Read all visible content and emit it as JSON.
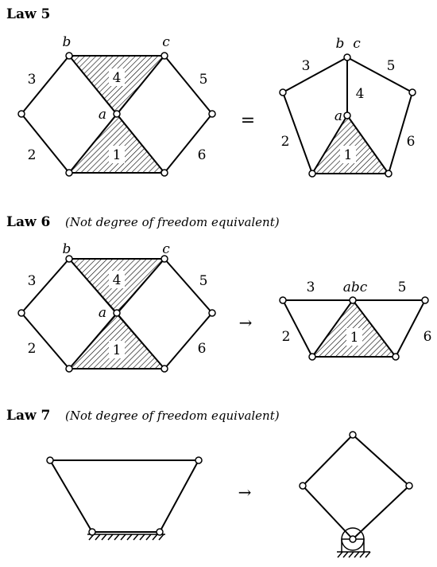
{
  "law5": {
    "title": "Law 5",
    "equals": "=",
    "left": {
      "b": "b",
      "c": "c",
      "a": "a",
      "l3": "3",
      "l2": "2",
      "l5": "5",
      "l6": "6",
      "l4": "4",
      "l1": "1"
    },
    "right": {
      "b": "b",
      "c": "c",
      "a": "a",
      "l3": "3",
      "l5": "5",
      "l4": "4",
      "l2": "2",
      "l6": "6",
      "l1": "1"
    }
  },
  "law6": {
    "title": "Law 6",
    "note": "(Not degree of freedom equivalent)",
    "arrow": "→",
    "left": {
      "b": "b",
      "c": "c",
      "a": "a",
      "l3": "3",
      "l2": "2",
      "l5": "5",
      "l6": "6",
      "l4": "4",
      "l1": "1"
    },
    "right": {
      "abc": "abc",
      "l3": "3",
      "l5": "5",
      "l2": "2",
      "l6": "6",
      "l1": "1"
    }
  },
  "law7": {
    "title": "Law 7",
    "note": "(Not degree of freedom equivalent)",
    "arrow": "→"
  }
}
